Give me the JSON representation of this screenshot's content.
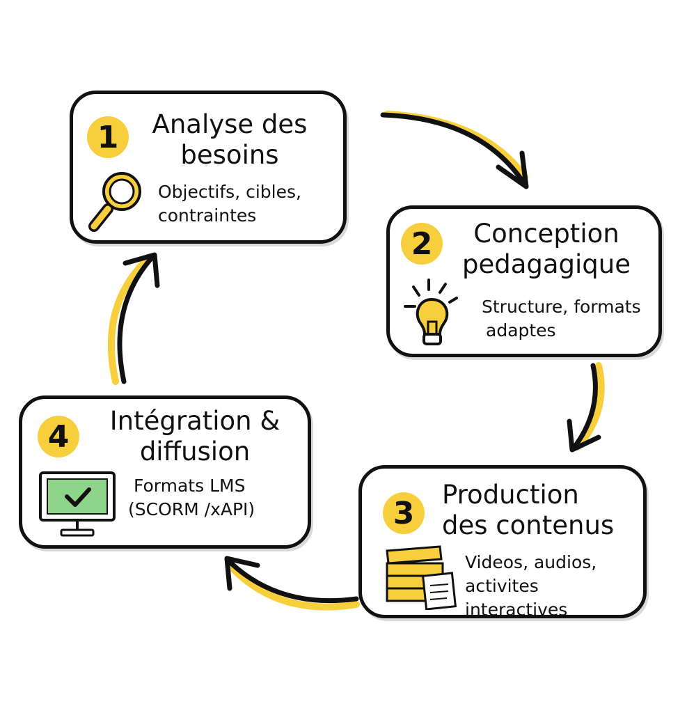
{
  "colors": {
    "accent": "#F7CE3C",
    "ink": "#111111",
    "screen": "#8ED48A"
  },
  "steps": [
    {
      "number": "1",
      "title_line1": "Analyse des",
      "title_line2": "besoins",
      "desc_line1": "Objectifs, cibles,",
      "desc_line2": "contraintes",
      "icon": "magnifier-icon"
    },
    {
      "number": "2",
      "title_line1": "Conception",
      "title_line2": "pedagagique",
      "desc_line1": "Structure, formats",
      "desc_line2": "adaptes",
      "icon": "lightbulb-icon"
    },
    {
      "number": "3",
      "title_line1": "Production",
      "title_line2": "des contenus",
      "desc_line1": "Videos, audios,",
      "desc_line2": "activites interactives",
      "icon": "clapperboard-icon"
    },
    {
      "number": "4",
      "title_line1": "Intégration &",
      "title_line2": "diffusion",
      "desc_line1": "Formats LMS",
      "desc_line2": "(SCORM /xAPI)",
      "icon": "monitor-check-icon"
    }
  ]
}
